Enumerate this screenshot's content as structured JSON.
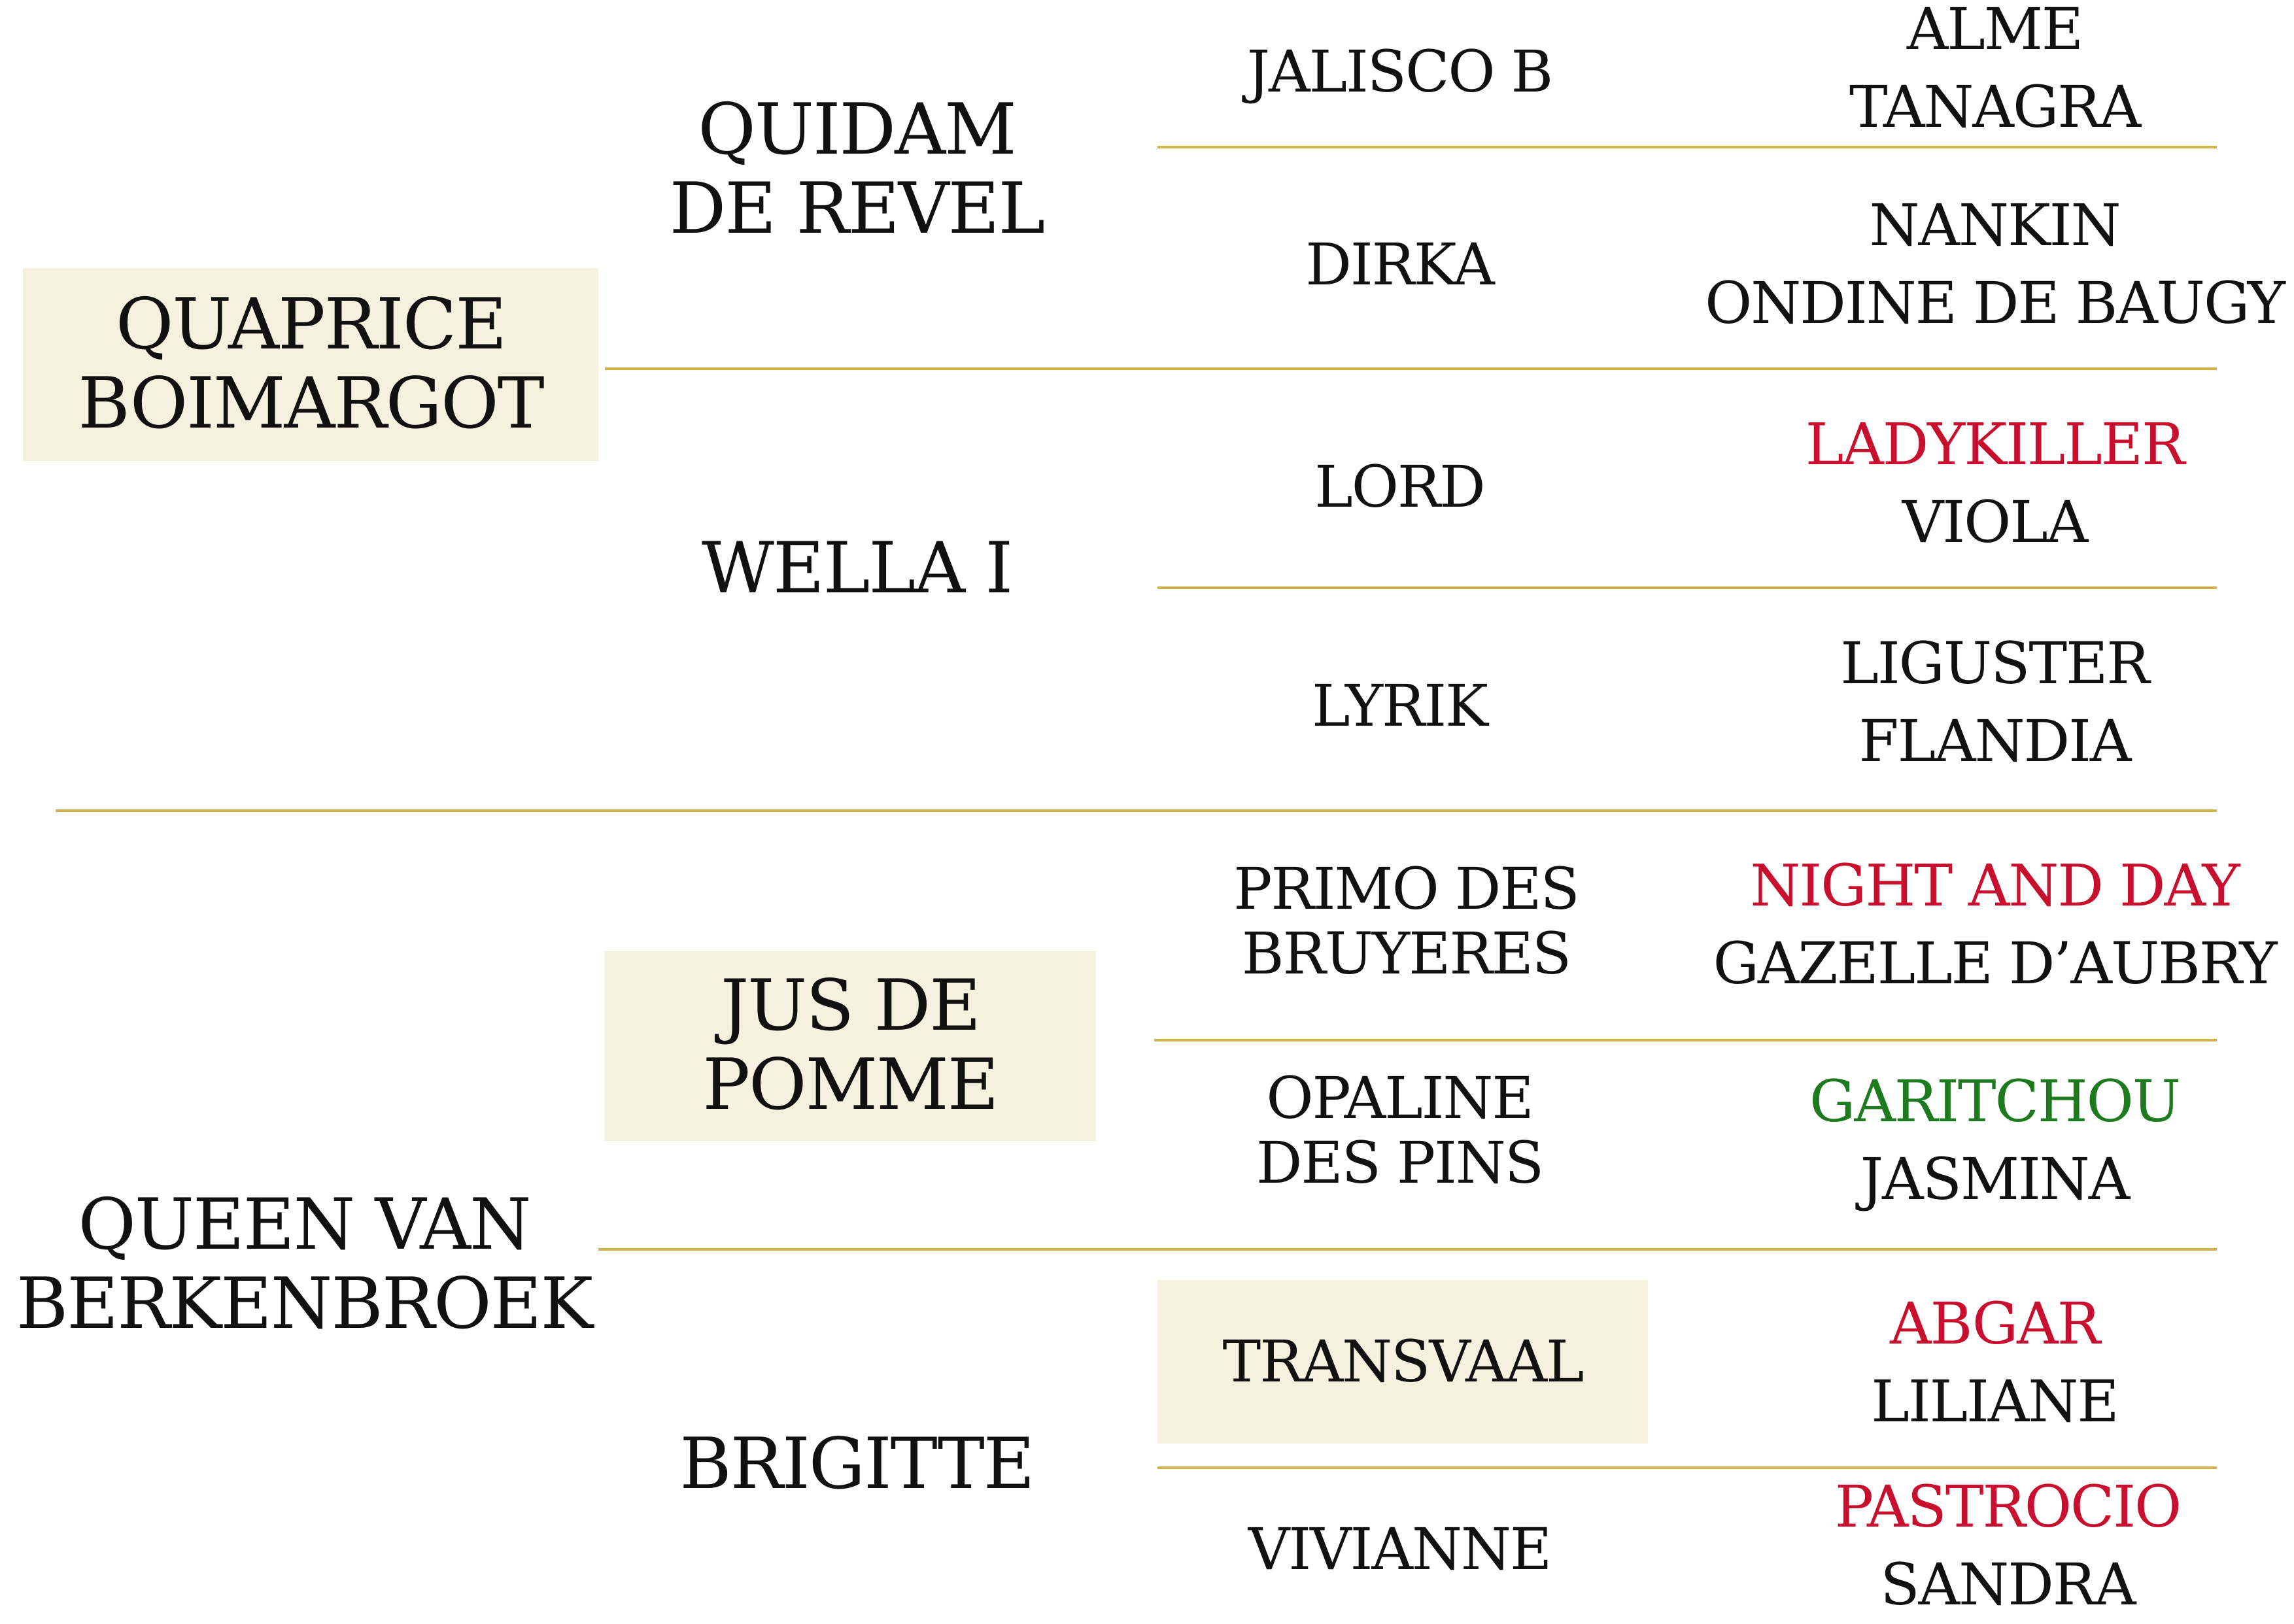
{
  "subject": {
    "sire": {
      "name_lines": [
        "QUAPRICE",
        "BOIMARGOT"
      ],
      "highlighted": true,
      "sire": {
        "name_lines": [
          "QUIDAM",
          "DE REVEL"
        ],
        "sire": {
          "name": "JALISCO B",
          "parents": [
            {
              "name": "ALME",
              "color": "black"
            },
            {
              "name": "TANAGRA",
              "color": "black"
            }
          ]
        },
        "dam": {
          "name": "DIRKA",
          "parents": [
            {
              "name": "NANKIN",
              "color": "black"
            },
            {
              "name": "ONDINE DE BAUGY",
              "color": "black"
            }
          ]
        }
      },
      "dam": {
        "name_lines": [
          "WELLA I"
        ],
        "sire": {
          "name": "LORD",
          "parents": [
            {
              "name": "LADYKILLER",
              "color": "red"
            },
            {
              "name": "VIOLA",
              "color": "black"
            }
          ]
        },
        "dam": {
          "name": "LYRIK",
          "parents": [
            {
              "name": "LIGUSTER",
              "color": "black"
            },
            {
              "name": "FLANDIA",
              "color": "black"
            }
          ]
        }
      }
    },
    "dam": {
      "name_lines": [
        "QUEEN VAN",
        "BERKENBROEK"
      ],
      "sire": {
        "name_lines": [
          "JUS DE",
          "POMME"
        ],
        "highlighted": true,
        "sire": {
          "name_lines": [
            "PRIMO DES",
            "BRUYERES"
          ],
          "parents": [
            {
              "name": "NIGHT AND DAY",
              "color": "red"
            },
            {
              "name": "GAZELLE D’AUBRY",
              "color": "black"
            }
          ]
        },
        "dam": {
          "name_lines": [
            "OPALINE",
            "DES PINS"
          ],
          "parents": [
            {
              "name": "GARITCHOU",
              "color": "green"
            },
            {
              "name": "JASMINA",
              "color": "black"
            }
          ]
        }
      },
      "dam": {
        "name_lines": [
          "BRIGITTE"
        ],
        "sire": {
          "name": "TRANSVAAL",
          "highlighted": true,
          "parents": [
            {
              "name": "ABGAR",
              "color": "red"
            },
            {
              "name": "LILIANE",
              "color": "black"
            }
          ]
        },
        "dam": {
          "name": "VIVIANNE",
          "parents": [
            {
              "name": "PASTROCIO",
              "color": "red"
            },
            {
              "name": "SANDRA",
              "color": "black"
            }
          ]
        }
      }
    }
  },
  "colors": {
    "line": "#cfb34f",
    "highlight": "#f6f1df",
    "text": "#111111",
    "red": "#c8102e",
    "green": "#1e7a1e"
  }
}
